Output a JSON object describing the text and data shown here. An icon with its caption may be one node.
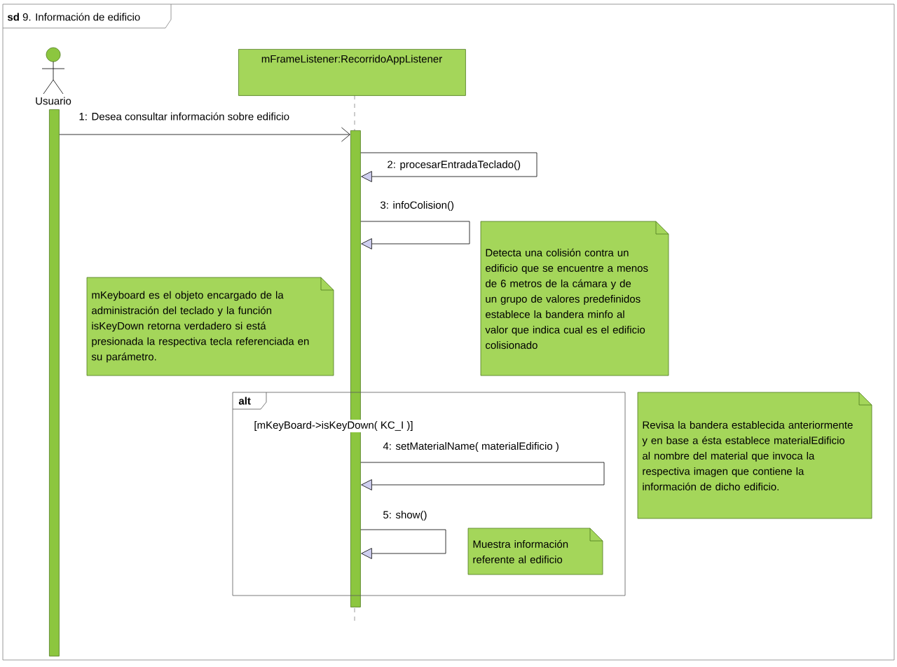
{
  "diagram": {
    "nodes": [
      {
        "text": [
          "**sd** 9. Información de edificio"
        ]
      },
      {
        "text": [
          "Usuario"
        ],
        "in": 0
      },
      {
        "text": [
          "mFrameListener:RecorridoAppListener"
        ],
        "in": 0
      },
      {
        "text": [],
        "shape": "bar",
        "in": 0
      },
      {
        "text": [],
        "shape": "bar",
        "in": 0
      },
      {
        "text": [
          "Detecta una colisión contra un edificio que se encuentre a menos de 6 metros de la cámara y de un grupo de valores predefinidos establece la bandera minfo al valor que indica cual es el edificio colisionado"
        ],
        "in": 0
      },
      {
        "text": [
          "mKeyboard es el objeto encargado de la administración del teclado y la función isKeyDown retorna verdadero si está presionada la respectiva tecla referenciada en su parámetro."
        ],
        "in": 0
      },
      {
        "text": [
          "alt",
          "[mKeyBoard->isKeyDown( KC_I )]"
        ],
        "in": 0
      },
      {
        "text": [
          "Revisa la bandera establecida anteriormente y en base a ésta establece materialEdificio al nombre del material que invoca la respectiva imagen que contiene la información de dicho edificio."
        ],
        "in": 0
      },
      {
        "text": [
          "Muestra información referente al edificio"
        ],
        "in": 7
      }
    ],
    "edges": [
      {
        "from": 3,
        "to": 4,
        "arrow": "to",
        "label": "1: Desea consultar información sobre edificio"
      },
      {
        "from": 4,
        "to": 4,
        "arrow": "to",
        "label": "2: procesarEntradaTeclado()"
      },
      {
        "from": 4,
        "to": 4,
        "arrow": "to",
        "label": "3: infoColision()"
      },
      {
        "from": 4,
        "to": 4,
        "arrow": "to",
        "label": "4: setMaterialName( materialEdificio )"
      },
      {
        "from": 4,
        "to": 4,
        "arrow": "to",
        "label": "5: show()"
      }
    ]
  }
}
